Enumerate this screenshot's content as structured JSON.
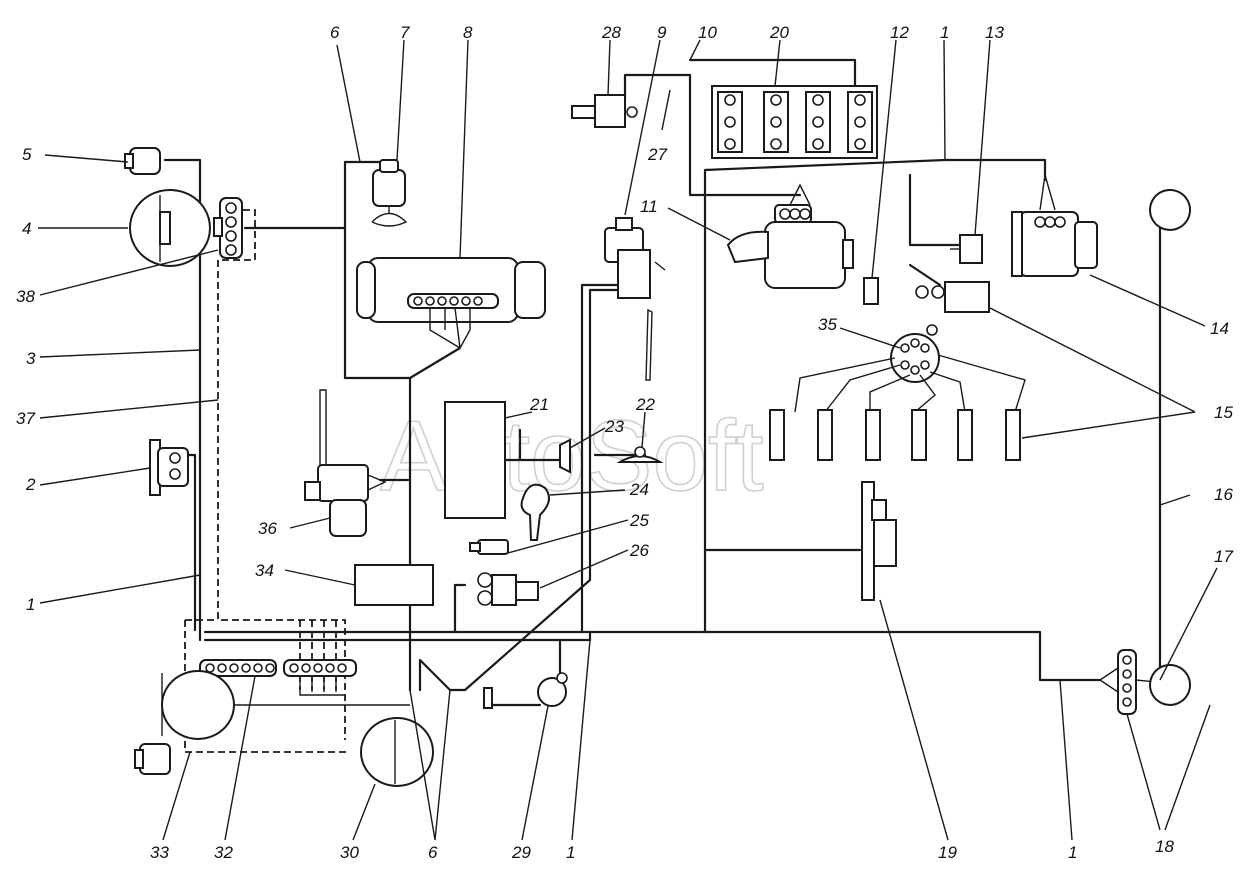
{
  "watermark": "AutoSoft",
  "labels": {
    "l1a": "1",
    "l1b": "1",
    "l1c": "1",
    "l1d": "1",
    "l2": "2",
    "l3": "3",
    "l4": "4",
    "l5": "5",
    "l6a": "6",
    "l6b": "6",
    "l7": "7",
    "l8": "8",
    "l9": "9",
    "l10": "10",
    "l11": "11",
    "l12": "12",
    "l13": "13",
    "l14": "14",
    "l15": "15",
    "l16": "16",
    "l17": "17",
    "l18": "18",
    "l19": "19",
    "l20": "20",
    "l21": "21",
    "l22": "22",
    "l23": "23",
    "l24": "24",
    "l25": "25",
    "l26": "26",
    "l27": "27",
    "l28": "28",
    "l29": "29",
    "l30": "30",
    "l32": "32",
    "l33": "33",
    "l34": "34",
    "l35": "35",
    "l36": "36",
    "l37": "37",
    "l38": "38"
  }
}
